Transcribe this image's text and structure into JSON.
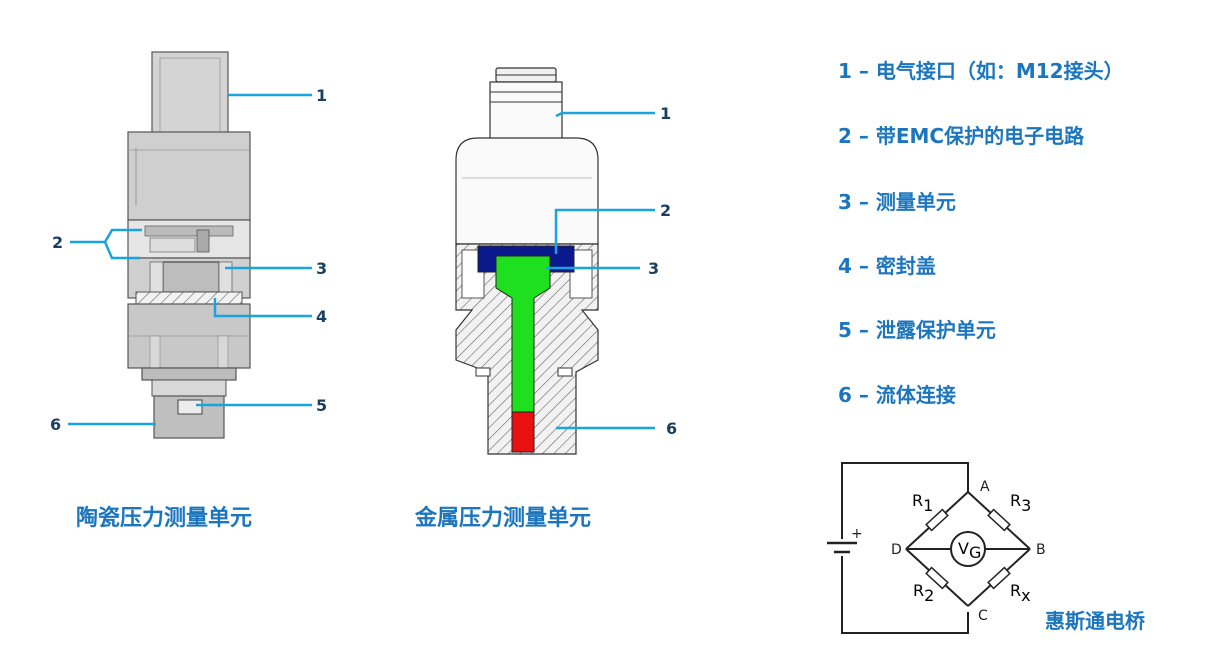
{
  "ceramic": {
    "caption": "陶瓷压力测量单元",
    "callouts": [
      "1",
      "2",
      "3",
      "4",
      "5",
      "6"
    ]
  },
  "metal": {
    "caption": "金属压力测量单元",
    "callouts": [
      "1",
      "2",
      "3",
      "6"
    ]
  },
  "legend": [
    "1 – 电气接口（如：M12接头）",
    "2 – 带EMC保护的电子电路",
    "3 – 测量单元",
    "4 – 密封盖",
    "5 – 泄露保护单元",
    "6 – 流体连接"
  ],
  "bridge": {
    "caption": "惠斯通电桥",
    "nodes": {
      "A": "A",
      "B": "B",
      "C": "C",
      "D": "D"
    },
    "resistors": [
      {
        "letter": "R",
        "sub": "1"
      },
      {
        "letter": "R",
        "sub": "3"
      },
      {
        "letter": "R",
        "sub": "2"
      },
      {
        "letter": "R",
        "sub": "x"
      }
    ],
    "meter": {
      "letter": "V",
      "sub": "G"
    },
    "plus": "+"
  },
  "colors": {
    "leader": "#19a3e0",
    "label": "#1b76be",
    "sensor_blue": "#0a1a8c",
    "sensor_green": "#1ee01e",
    "sensor_red": "#e81010"
  }
}
